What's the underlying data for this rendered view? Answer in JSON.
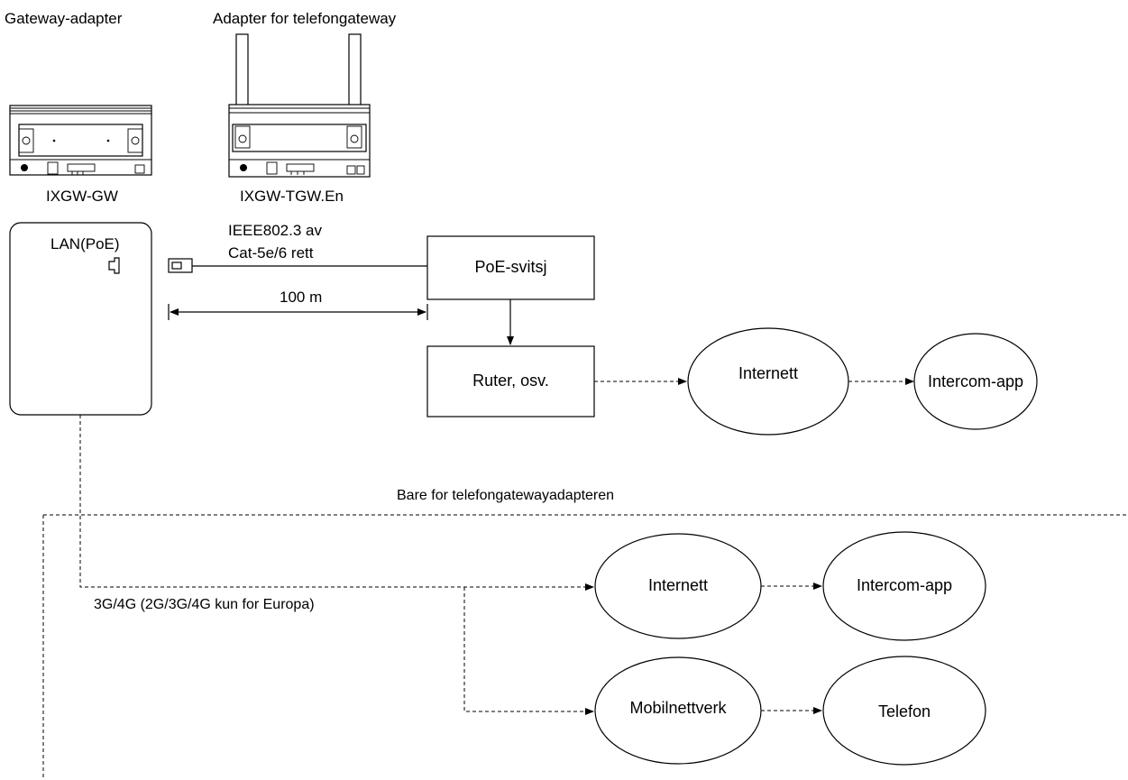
{
  "devices": {
    "gateway_title": "Gateway-adapter",
    "gateway_model": "IXGW-GW",
    "telephone_title": "Adapter for telefongateway",
    "telephone_model": "IXGW-TGW.En"
  },
  "gateway_panel": {
    "port_label": "LAN(PoE)"
  },
  "cable": {
    "spec_line1": "IEEE802.3 av",
    "spec_line2": "Cat-5e/6 rett",
    "distance": "100 m"
  },
  "network": {
    "poe_switch": "PoE-svitsj",
    "router": "Ruter, osv.",
    "internet": "Internett",
    "intercom_app": "Intercom-app"
  },
  "telephone_section": {
    "note": "Bare for telefongatewayadapteren",
    "mobile_label": "3G/4G (2G/3G/4G kun for Europa)",
    "internet": "Internett",
    "intercom_app": "Intercom-app",
    "mobile_network": "Mobilnettverk",
    "telephone": "Telefon"
  }
}
